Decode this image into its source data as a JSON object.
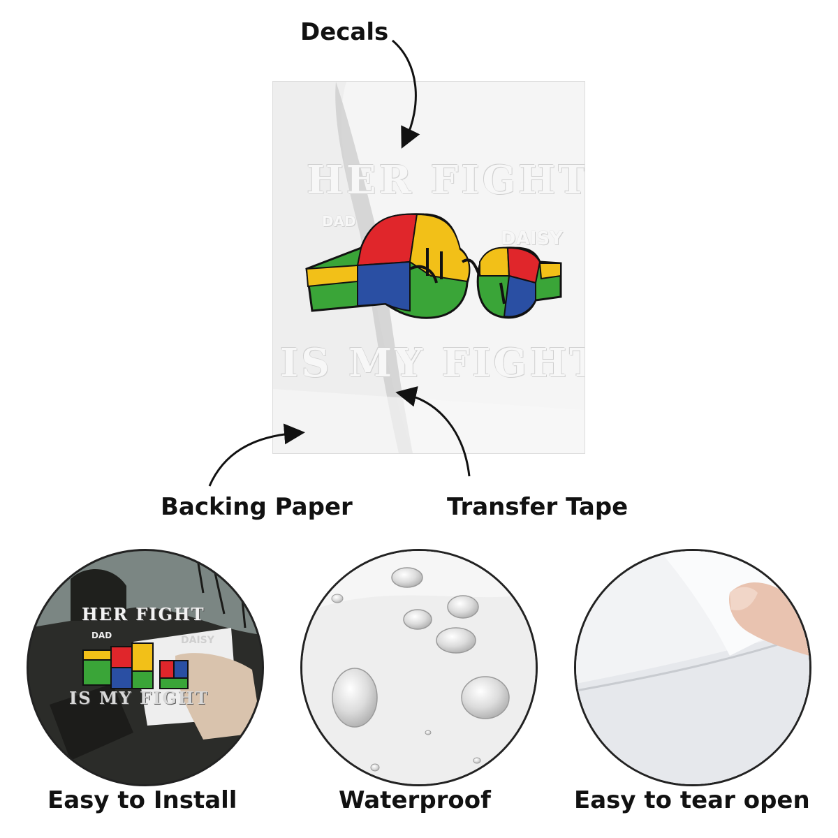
{
  "labels": {
    "decals": "Decals",
    "backing_paper": "Backing Paper",
    "transfer_tape": "Transfer Tape",
    "easy_to_install": "Easy to Install",
    "waterproof": "Waterproof",
    "easy_to_tear_open": "Easy to tear open"
  },
  "decal": {
    "line1": "HER FIGHT",
    "line2": "IS MY FIGHT",
    "name_left": "DAD",
    "name_right": "DAISY"
  },
  "colors": {
    "puzzle_red": "#e0262b",
    "puzzle_yellow": "#f2c018",
    "puzzle_blue": "#2a4fa3",
    "puzzle_green": "#3aa538",
    "text": "#111111"
  },
  "icons": [
    "arrow-icon",
    "fist-bump-icon",
    "water-drop-icon",
    "hand-peel-icon"
  ]
}
